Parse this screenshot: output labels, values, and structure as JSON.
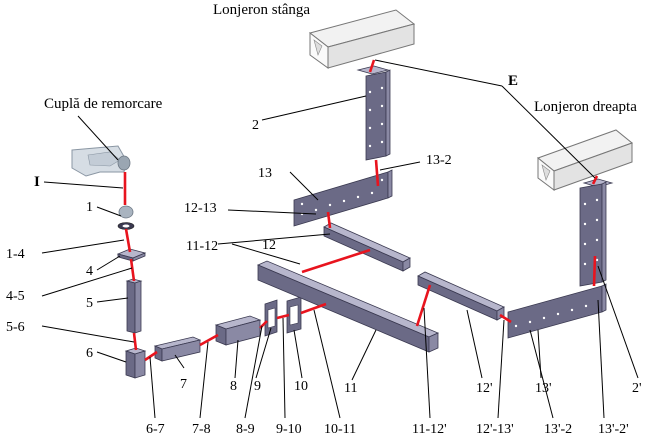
{
  "title_labels": {
    "lonjeron_stanga": "Lonjeron stânga",
    "lonjeron_dreapta": "Lonjeron dreapta",
    "cupla": "Cuplă de remorcare"
  },
  "points": {
    "I": "I",
    "E": "E"
  },
  "parts": {
    "p1": "1",
    "p2": "2",
    "p4": "4",
    "p5": "5",
    "p6": "6",
    "p7": "7",
    "p8": "8",
    "p9": "9",
    "p10": "10",
    "p11": "11",
    "p12": "12",
    "p13": "13",
    "p12p": "12'",
    "p13p": "13'",
    "p2p": "2'"
  },
  "joints": {
    "j1_4": "1-4",
    "j4_5": "4-5",
    "j5_6": "5-6",
    "j6_7": "6-7",
    "j7_8": "7-8",
    "j8_9": "8-9",
    "j9_10": "9-10",
    "j10_11": "10-11",
    "j11_12": "11-12",
    "j11_12p": "11-12'",
    "j12_13": "12-13",
    "j13_2": "13-2",
    "j12p_13p": "12'-13'",
    "j13p_2": "13'-2",
    "j13p_2p": "13'-2'"
  },
  "colors": {
    "chain": "#e8141e",
    "part": "#6b6a86",
    "beam": "#e3e3e3"
  }
}
